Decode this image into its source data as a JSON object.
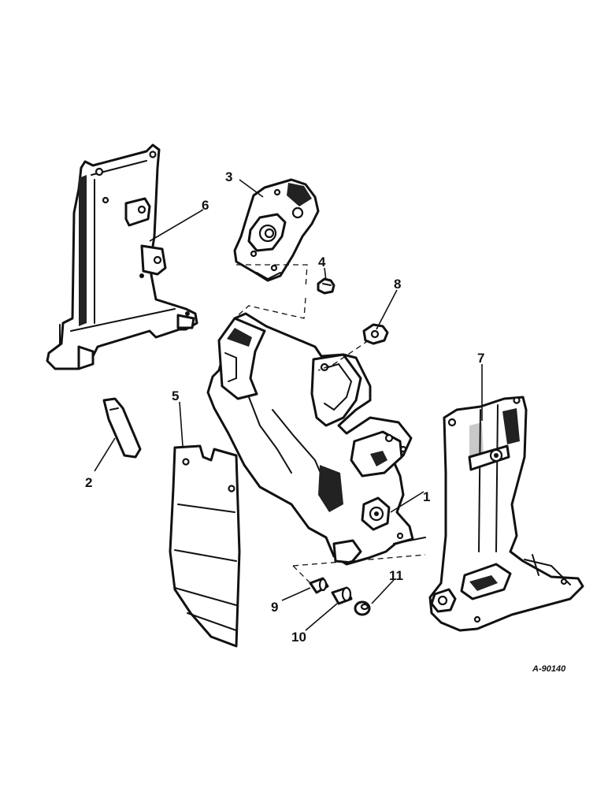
{
  "diagram": {
    "reference_code": "A-90140",
    "callouts": [
      {
        "id": "c1",
        "label": "1"
      },
      {
        "id": "c2",
        "label": "2"
      },
      {
        "id": "c3",
        "label": "3"
      },
      {
        "id": "c4",
        "label": "4"
      },
      {
        "id": "c5",
        "label": "5"
      },
      {
        "id": "c6",
        "label": "6"
      },
      {
        "id": "c7",
        "label": "7"
      },
      {
        "id": "c8",
        "label": "8"
      },
      {
        "id": "c9",
        "label": "9"
      },
      {
        "id": "c10",
        "label": "10"
      },
      {
        "id": "c11",
        "label": "11"
      }
    ]
  }
}
